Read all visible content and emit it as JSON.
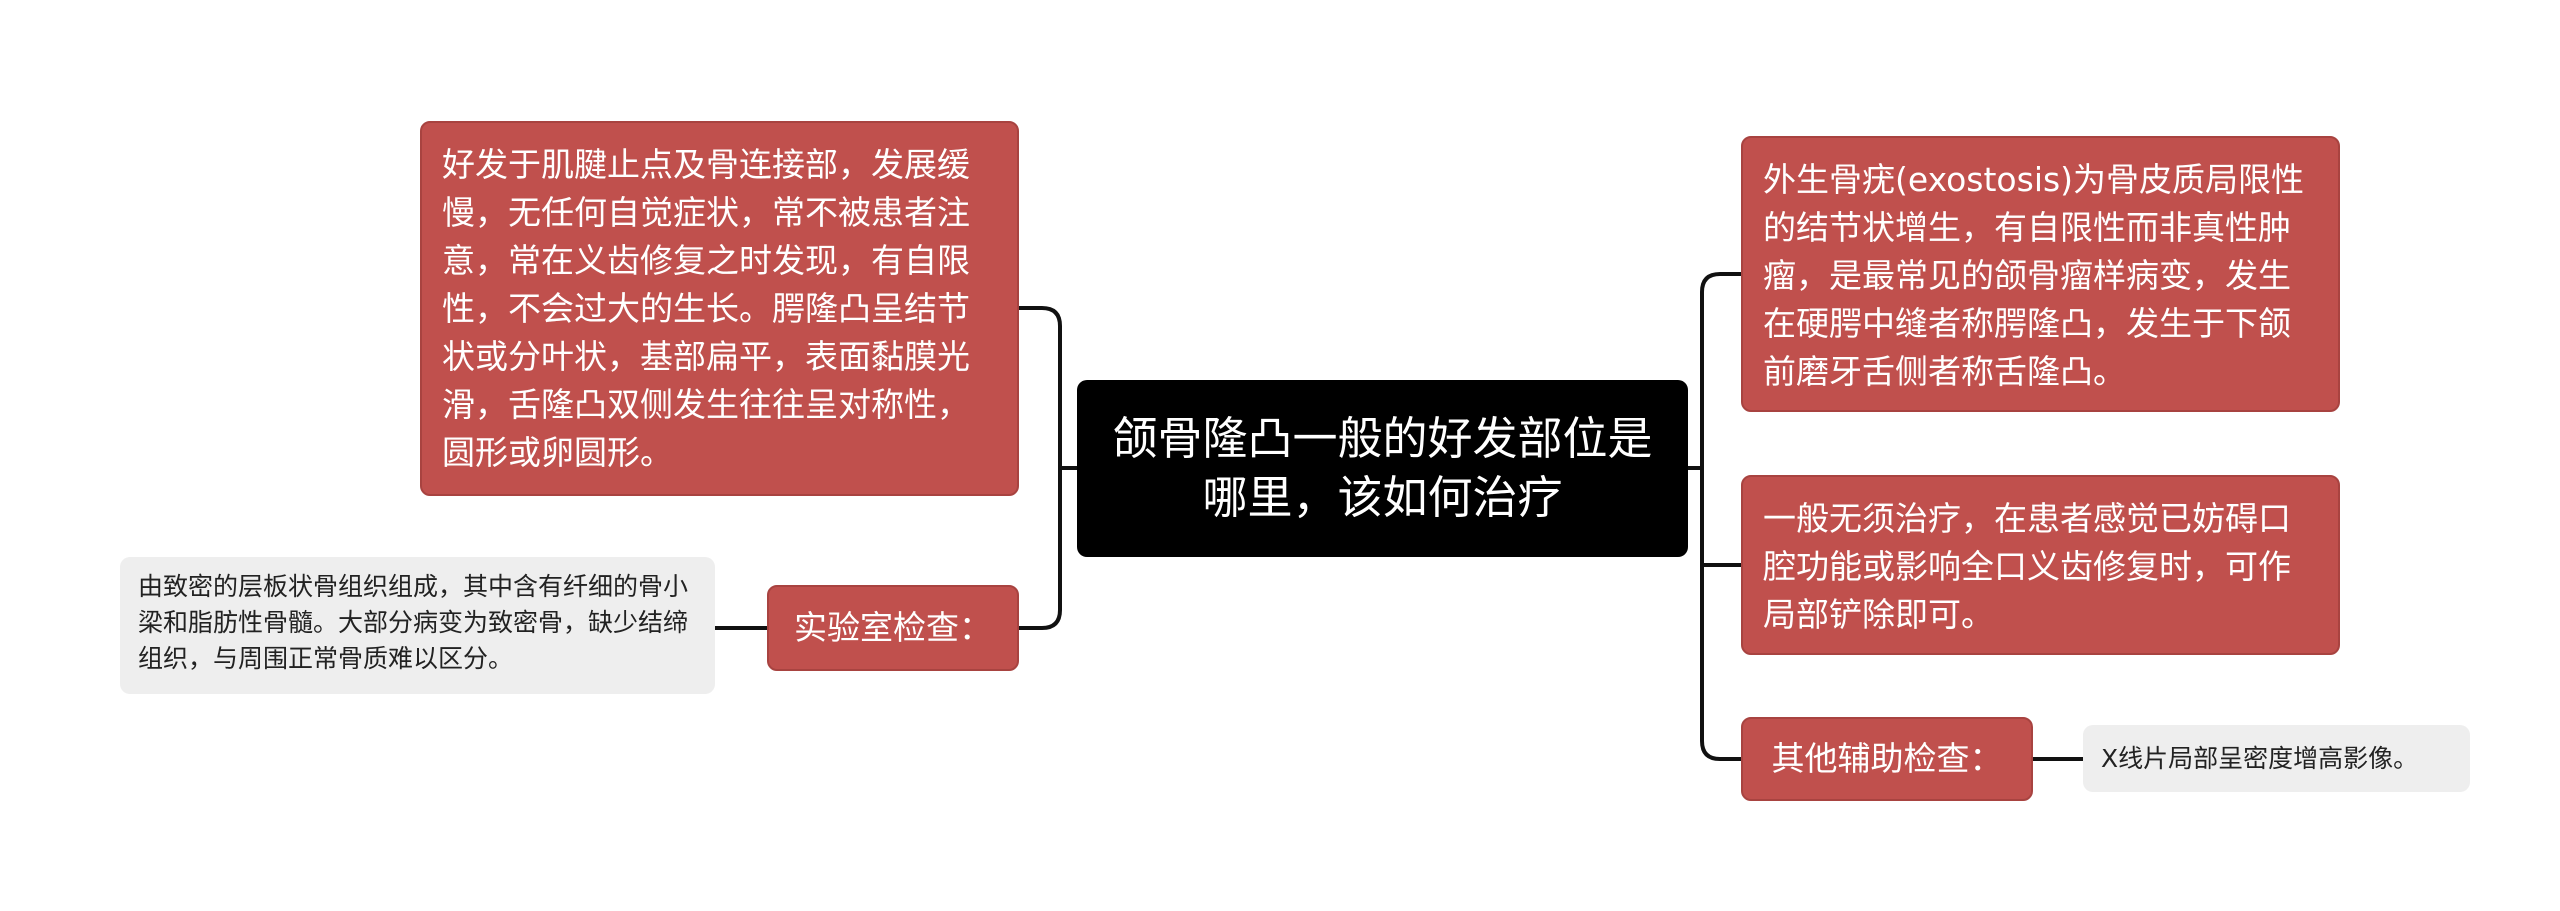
{
  "center": {
    "title": "颌骨隆凸一般的好发部位是哪里，该如何治疗"
  },
  "left": {
    "description": "好发于肌腱止点及骨连接部，发展缓慢，无任何自觉症状，常不被患者注意，常在义齿修复之时发现，有自限性，不会过大的生长。腭隆凸呈结节状或分叶状，基部扁平，表面黏膜光滑，舌隆凸双侧发生往往呈对称性，圆形或卵圆形。",
    "lab_label": "实验室检查：",
    "lab_detail": "由致密的层板状骨组织组成，其中含有纤细的骨小梁和脂肪性骨髓。大部分病变为致密骨，缺少结缔组织，与周围正常骨质难以区分。"
  },
  "right": {
    "definition": "外生骨疣(exostosis)为骨皮质局限性的结节状增生，有自限性而非真性肿瘤，是最常见的颌骨瘤样病变，发生在硬腭中缝者称腭隆凸，发生于下颌前磨牙舌侧者称舌隆凸。",
    "treatment": "一般无须治疗，在患者感觉已妨碍口腔功能或影响全口义齿修复时，可作局部铲除即可。",
    "other_label": "其他辅助检查：",
    "other_detail": "X线片局部呈密度增高影像。"
  },
  "colors": {
    "central_node": "#000000",
    "topic_node": "#c0504d",
    "detail_node": "#eeeeee",
    "connector": "#111111"
  }
}
